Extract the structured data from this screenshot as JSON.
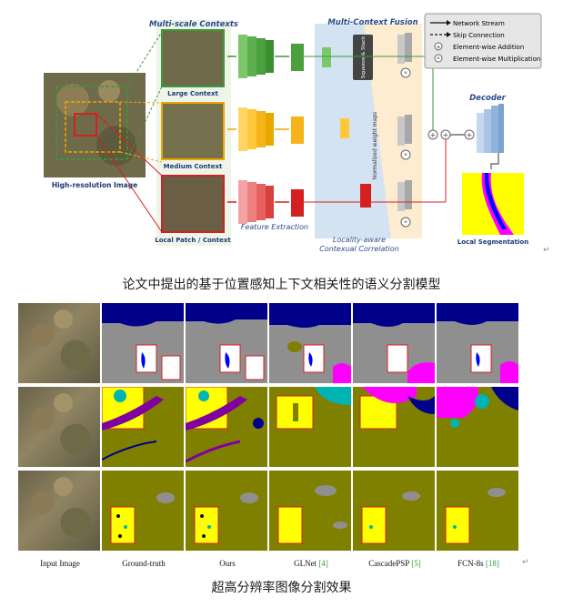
{
  "diagram": {
    "sections": {
      "multi_scale": "Multi-scale Contexts",
      "multi_context_fusion": "Multi-Context Fusion",
      "decoder": "Decoder",
      "feature_extraction": "Feature Extraction",
      "locality_aware": "Locality-aware",
      "contextual_correlation": "Contexual Correlation"
    },
    "labels": {
      "hr_image": "High-resolution Image",
      "large_context": "Large Context",
      "medium_context": "Medium Context",
      "local_patch": "Local Patch / Context",
      "squeeze_stack": "Squeeze & Stack",
      "normalized_weight_maps": "Normalized weight maps",
      "local_segmentation": "Local Segmentation"
    },
    "legend": [
      {
        "symbol": "solid-arrow",
        "label": "Network Stream"
      },
      {
        "symbol": "dashed-arrow",
        "label": "Skip Connection"
      },
      {
        "symbol": "plus-circle",
        "label": "Element-wise Addition"
      },
      {
        "symbol": "star-circle",
        "label": "Element-wise Multiplication"
      }
    ],
    "colors": {
      "large": "#3a9a3a",
      "medium": "#e8a800",
      "local": "#d42020",
      "decoder": "#8fb3d9",
      "fusion_bg": "#fde9c8",
      "corr_bg": "#cfe2f5"
    }
  },
  "caption1": "论文中提出的基于位置感知上下文相关性的语义分割模型",
  "caption2": "超高分辨率图像分割效果",
  "para_mark": "↵",
  "results": {
    "columns": [
      {
        "label": "Input Image",
        "ref": ""
      },
      {
        "label": "Ground-truth",
        "ref": ""
      },
      {
        "label": "Ours",
        "ref": ""
      },
      {
        "label": "GLNet",
        "ref": "[4]"
      },
      {
        "label": "CascadePSP",
        "ref": "[5]"
      },
      {
        "label": "FCN-8s",
        "ref": "[18]"
      }
    ],
    "colors": {
      "navy": "#00008b",
      "gray": "#8f8f8f",
      "olive": "#808000",
      "yellow": "#ffff00",
      "magenta": "#ff00ff",
      "purple": "#8000a0",
      "cyan": "#00b4b4",
      "blue": "#0000ff"
    }
  }
}
